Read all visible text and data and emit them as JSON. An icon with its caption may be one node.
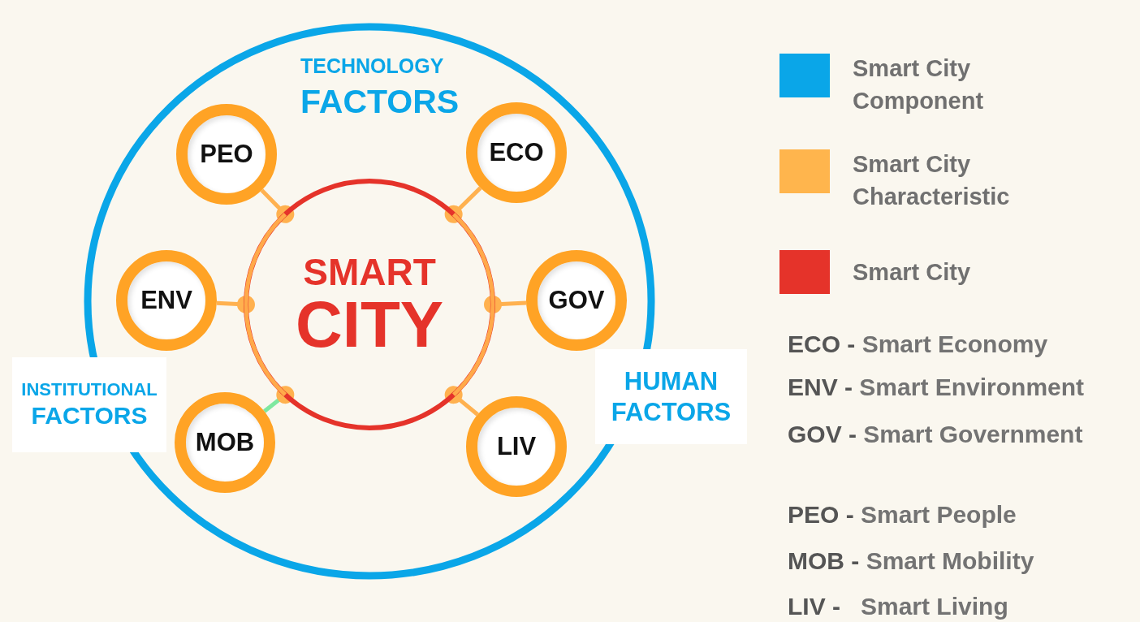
{
  "diagram": {
    "nodes": [
      {
        "text": [
          "SMART",
          "CITY"
        ]
      },
      {
        "text": [
          "PEO"
        ]
      },
      {
        "text": [
          "ECO"
        ]
      },
      {
        "text": [
          "ENV"
        ]
      },
      {
        "text": [
          "GOV"
        ]
      },
      {
        "text": [
          "MOB"
        ]
      },
      {
        "text": [
          "LIV"
        ]
      },
      {
        "text": [
          "INSTITUTIONAL",
          "FACTORS"
        ]
      },
      {
        "text": [
          "HUMAN",
          "FACTORS"
        ]
      }
    ],
    "edges": [
      {
        "from": 1,
        "to": 0,
        "arrow": "other"
      },
      {
        "from": 2,
        "to": 0,
        "arrow": "other"
      },
      {
        "from": 3,
        "to": 0,
        "arrow": "other"
      },
      {
        "from": 4,
        "to": 0,
        "arrow": "other"
      },
      {
        "from": 5,
        "to": 0,
        "arrow": "other",
        "color": "#7ee8a0"
      },
      {
        "from": 6,
        "to": 0,
        "arrow": "other"
      }
    ],
    "labels": [
      "TECHNOLOGY",
      "FACTORS",
      "**ECO -** Smart Economy",
      "**ENV -** Smart Environment",
      "**GOV -** Smart Government",
      "**PEO -** Smart People",
      "**MOB -** Smart Mobility",
      "**LIV -**   Smart Living"
    ],
    "legend": [
      {
        "text": "Smart City Component",
        "color": "#0aa6e8"
      },
      {
        "text": "Smart City Characteristic",
        "color": "#ffb54d"
      },
      {
        "text": "Smart City",
        "color": "#e5332a"
      }
    ]
  }
}
